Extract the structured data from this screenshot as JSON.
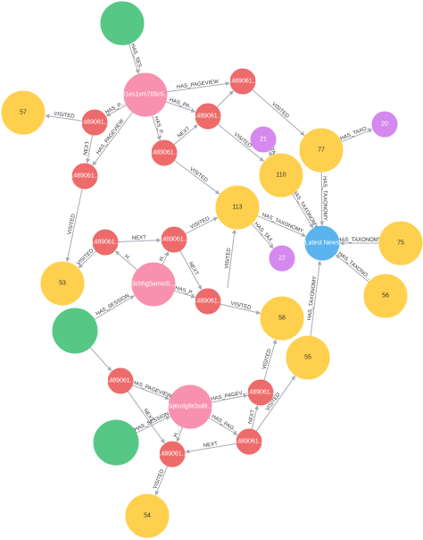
{
  "colors": {
    "session": "#57c785",
    "user": "#f891b0",
    "pageview": "#ee6b6b",
    "page": "#ffd04e",
    "taxonomy": "#d588ee",
    "section": "#5bb3ee",
    "edge": "#a5abb6"
  },
  "nodes": [
    {
      "id": "s1",
      "type": "session",
      "label": ""
    },
    {
      "id": "s2",
      "type": "session",
      "label": ""
    },
    {
      "id": "s3",
      "type": "session",
      "label": ""
    },
    {
      "id": "u1",
      "type": "user",
      "label": "n1es1vm705c5..."
    },
    {
      "id": "u2",
      "type": "user",
      "label": "3chhg5amcr0..."
    },
    {
      "id": "u3",
      "type": "user",
      "label": "5q6mlg9r0sd8..."
    },
    {
      "id": "pv1",
      "type": "pageview",
      "label": "1489061..."
    },
    {
      "id": "pv2",
      "type": "pageview",
      "label": "1489061..."
    },
    {
      "id": "pv3",
      "type": "pageview",
      "label": "1489061..."
    },
    {
      "id": "pv4",
      "type": "pageview",
      "label": "1489061..."
    },
    {
      "id": "pv5",
      "type": "pageview",
      "label": "1489061..."
    },
    {
      "id": "pv6",
      "type": "pageview",
      "label": "1489061..."
    },
    {
      "id": "pv7",
      "type": "pageview",
      "label": "1489061..."
    },
    {
      "id": "pv8",
      "type": "pageview",
      "label": "1489061..."
    },
    {
      "id": "pv9",
      "type": "pageview",
      "label": "1489061..."
    },
    {
      "id": "pv10",
      "type": "pageview",
      "label": "1489061..."
    },
    {
      "id": "pv11",
      "type": "pageview",
      "label": "1489061..."
    },
    {
      "id": "pv12",
      "type": "pageview",
      "label": "1489061..."
    },
    {
      "id": "pv13",
      "type": "pageview",
      "label": "1489061..."
    },
    {
      "id": "p57",
      "type": "page",
      "label": "57"
    },
    {
      "id": "p77",
      "type": "page",
      "label": "77"
    },
    {
      "id": "p110",
      "type": "page",
      "label": "110"
    },
    {
      "id": "p113",
      "type": "page",
      "label": "113"
    },
    {
      "id": "p53",
      "type": "page",
      "label": "53"
    },
    {
      "id": "p58",
      "type": "page",
      "label": "58"
    },
    {
      "id": "p55",
      "type": "page",
      "label": "55"
    },
    {
      "id": "p54",
      "type": "page",
      "label": "54"
    },
    {
      "id": "p75",
      "type": "page",
      "label": "75"
    },
    {
      "id": "p56",
      "type": "page",
      "label": "56"
    },
    {
      "id": "t21",
      "type": "taxonomy",
      "label": "21"
    },
    {
      "id": "t20",
      "type": "taxonomy",
      "label": "20"
    },
    {
      "id": "t22",
      "type": "taxonomy",
      "label": "22"
    },
    {
      "id": "news",
      "type": "section",
      "label": "Latest News"
    }
  ],
  "edges": [
    {
      "from": "s1",
      "to": "u1",
      "label": "HAS_SES..."
    },
    {
      "from": "u1",
      "to": "pv1",
      "label": "HAS_PAGEVIEW"
    },
    {
      "from": "u1",
      "to": "pv2",
      "label": "HAS_PA..."
    },
    {
      "from": "u1",
      "to": "pv3",
      "label": "HAS_P..."
    },
    {
      "from": "u1",
      "to": "pv4",
      "label": "HAS_PAGEVIEW"
    },
    {
      "from": "u1",
      "to": "pv5",
      "label": "HAS_P..."
    },
    {
      "from": "pv3",
      "to": "p57",
      "label": "VISITED"
    },
    {
      "from": "pv3",
      "to": "pv4",
      "label": "NEXT"
    },
    {
      "from": "pv5",
      "to": "pv2",
      "label": "NEXT"
    },
    {
      "from": "pv2",
      "to": "pv1",
      "label": ""
    },
    {
      "from": "pv1",
      "to": "p77",
      "label": "VISITED"
    },
    {
      "from": "pv2",
      "to": "p110",
      "label": "VISITED"
    },
    {
      "from": "pv5",
      "to": "p113",
      "label": "VISITED"
    },
    {
      "from": "pv4",
      "to": "p53",
      "label": "VISITED"
    },
    {
      "from": "p77",
      "to": "t20",
      "label": "HAS_TAXO..."
    },
    {
      "from": "p77",
      "to": "news",
      "label": "HAS_TAXONOMY"
    },
    {
      "from": "p110",
      "to": "t21",
      "label": "HAS_TAXON..."
    },
    {
      "from": "p113",
      "to": "news",
      "label": "HAS_TAXONOMY"
    },
    {
      "from": "p113",
      "to": "t22",
      "label": "HAS_TAX..."
    },
    {
      "from": "p75",
      "to": "news",
      "label": "HAS_TAXONOMY"
    },
    {
      "from": "p56",
      "to": "news",
      "label": "HAS_TAXONO..."
    },
    {
      "from": "p55",
      "to": "news",
      "label": "HAS_TAXONOMY"
    },
    {
      "from": "p110",
      "to": "news",
      "label": "HAS_TAXONOMY"
    },
    {
      "from": "pv6",
      "to": "pv7",
      "label": "NEXT"
    },
    {
      "from": "pv7",
      "to": "p113",
      "label": "VISITED"
    },
    {
      "from": "pv6",
      "to": "p53",
      "label": "VISITED"
    },
    {
      "from": "u2",
      "to": "pv6",
      "label": "H..."
    },
    {
      "from": "u2",
      "to": "pv7",
      "label": "H..."
    },
    {
      "from": "pv7",
      "to": "pv8",
      "label": "NEXT"
    },
    {
      "from": "u2",
      "to": "pv8",
      "label": "HAS_P..."
    },
    {
      "from": "pv8",
      "to": "p58",
      "label": "VISITED"
    },
    {
      "from": "s2",
      "to": "u2",
      "label": "HAS_SESSION"
    },
    {
      "from": "s2",
      "to": "pv9",
      "label": ""
    },
    {
      "from": "pv9",
      "to": "u3",
      "label": "HAS_PAGEVIEW"
    },
    {
      "from": "u3",
      "to": "pv10",
      "label": "HAS_PAGEV..."
    },
    {
      "from": "u3",
      "to": "pv11",
      "label": "H..."
    },
    {
      "from": "u3",
      "to": "pv12",
      "label": "HAS_PAG..."
    },
    {
      "from": "pv9",
      "to": "pv11",
      "label": "NEXT"
    },
    {
      "from": "s3",
      "to": "u3",
      "label": "HAS_SESSION"
    },
    {
      "from": "pv12",
      "to": "pv11",
      "label": "NEXT"
    },
    {
      "from": "pv11",
      "to": "p54",
      "label": "VISITED"
    },
    {
      "from": "pv10",
      "to": "p58",
      "label": "VISITED"
    },
    {
      "from": "pv12",
      "to": "pv10",
      "label": "NEXT"
    },
    {
      "from": "pv12",
      "to": "p55",
      "label": "VISITED"
    },
    {
      "from": "pv13",
      "to": "p113",
      "label": "VISITED"
    }
  ]
}
